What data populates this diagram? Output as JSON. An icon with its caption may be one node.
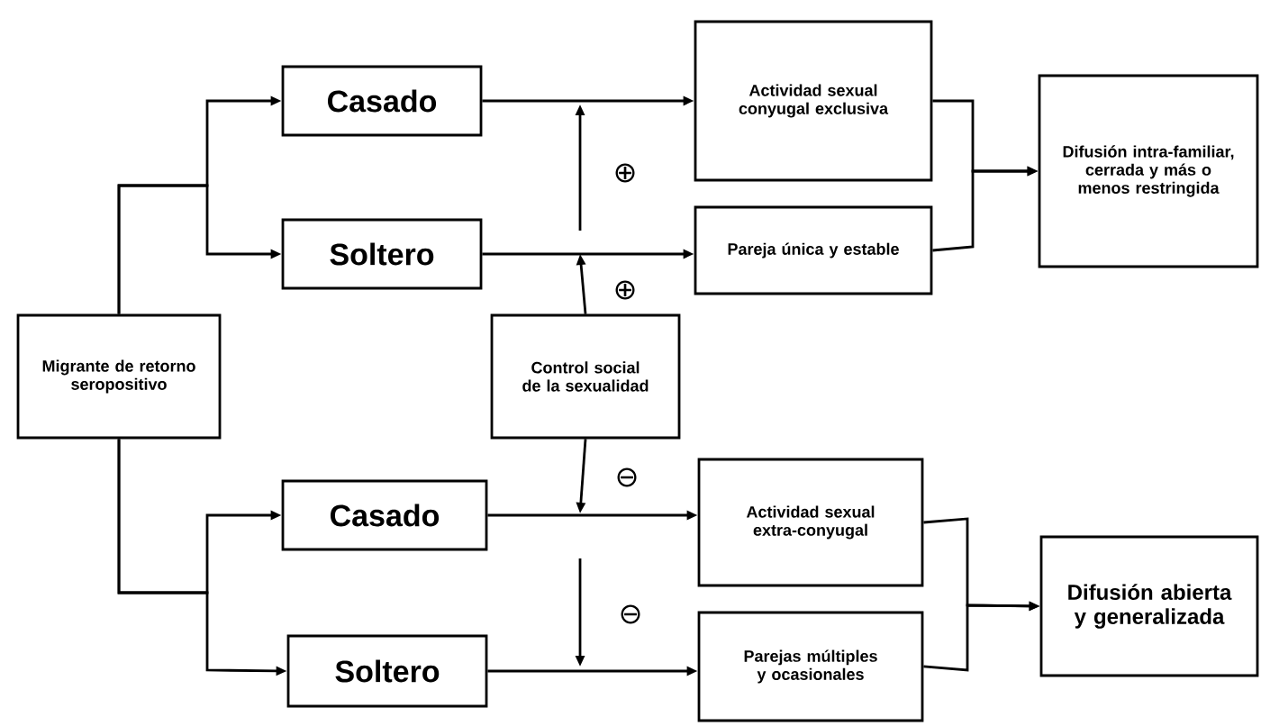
{
  "diagram": {
    "nodes": [
      {
        "text": [
          "Migrante de retorno seropositivo"
        ]
      },
      {
        "text": [
          "Casado"
        ]
      },
      {
        "text": [
          "Soltero"
        ]
      },
      {
        "text": [
          "Actividad sexual conyugal exclusiva"
        ]
      },
      {
        "text": [
          "Pareja única y estable"
        ]
      },
      {
        "text": [
          "Difusión intra-familiar, cerrada y más o menos restringida"
        ]
      },
      {
        "text": [
          "Control social de la sexualidad"
        ]
      },
      {
        "text": [
          "Casado"
        ]
      },
      {
        "text": [
          "Soltero"
        ]
      },
      {
        "text": [
          "Actividad sexual extra-conyugal"
        ]
      },
      {
        "text": [
          "Parejas múltiples y ocasionales"
        ]
      },
      {
        "text": [
          "Difusión abierta y generalizada"
        ]
      }
    ],
    "edges": [
      {
        "from": 0,
        "to": 1,
        "arrow": "to"
      },
      {
        "from": 0,
        "to": 2,
        "arrow": "to"
      },
      {
        "from": 0,
        "to": 7,
        "arrow": "to"
      },
      {
        "from": 0,
        "to": 8,
        "arrow": "to"
      },
      {
        "from": 1,
        "to": 3,
        "arrow": "to"
      },
      {
        "from": 2,
        "to": 4,
        "arrow": "to"
      },
      {
        "from": 7,
        "to": 9,
        "arrow": "to"
      },
      {
        "from": 8,
        "to": 10,
        "arrow": "to"
      },
      {
        "from": 3,
        "to": 5,
        "arrow": "to"
      },
      {
        "from": 4,
        "to": 5,
        "arrow": "to"
      },
      {
        "from": 9,
        "to": 11,
        "arrow": "to"
      },
      {
        "from": 10,
        "to": 11,
        "arrow": "to"
      },
      {
        "from": 6,
        "to": null,
        "arrow": "to"
      },
      {
        "from": 6,
        "to": null,
        "arrow": "to"
      }
    ],
    "labels": [
      "⊕",
      "⊕",
      "⊖",
      "⊖"
    ]
  }
}
